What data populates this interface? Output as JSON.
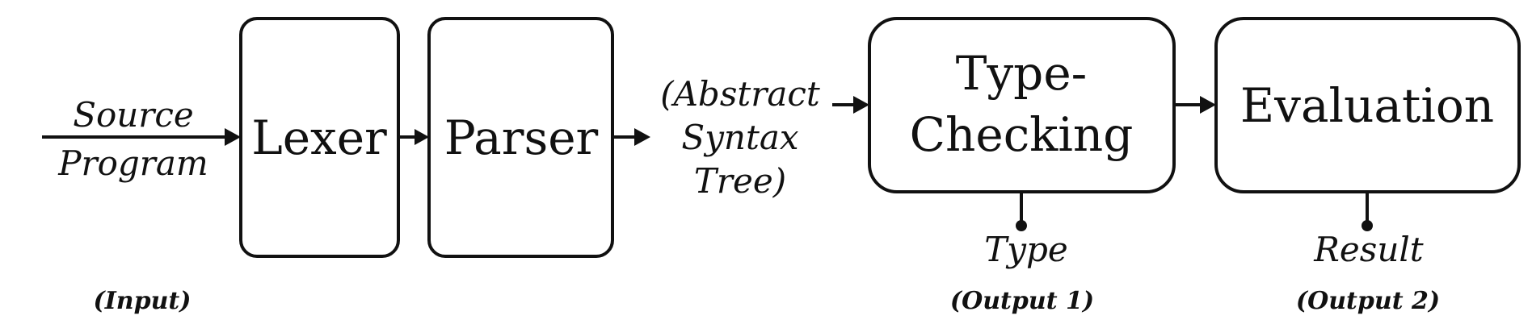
{
  "diagram": {
    "nodes": {
      "lexer": "Lexer",
      "parser": "Parser",
      "typecheck_line1": "Type-",
      "typecheck_line2": "Checking",
      "evaluation": "Evaluation"
    },
    "labels": {
      "source_line1": "Source",
      "source_line2": "Program",
      "ast_line1": "(Abstract",
      "ast_line2": "Syntax",
      "ast_line3": "Tree)",
      "type": "Type",
      "result": "Result"
    },
    "tags": {
      "input": "(Input)",
      "output1": "(Output 1)",
      "output2": "(Output 2)"
    }
  }
}
